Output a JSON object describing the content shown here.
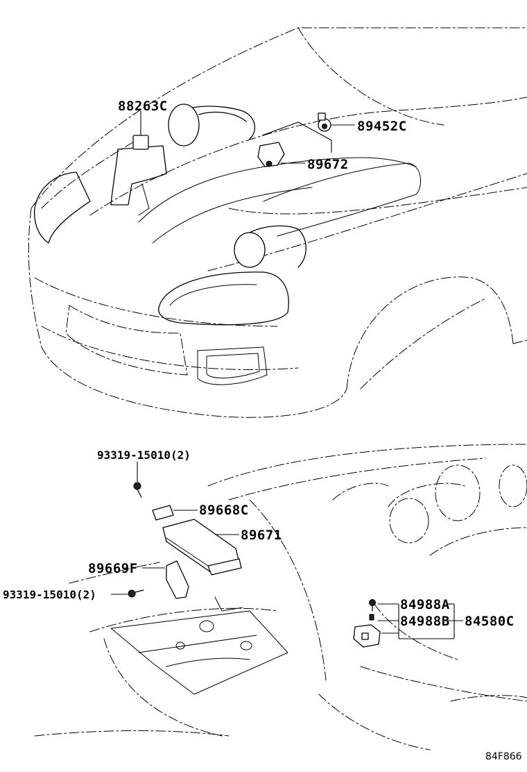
{
  "labels": {
    "part_88263c": "88263C",
    "part_89452c": "89452C",
    "part_89672": "89672",
    "bolt_upper": "93319-15010(2)",
    "part_89668c": "89668C",
    "part_89671": "89671",
    "part_89669f": "89669F",
    "bolt_lower": "93319-15010(2)",
    "part_84988a": "84988A",
    "part_84988b": "84988B",
    "part_84580c": "84580C"
  },
  "figure_code": "84F866"
}
